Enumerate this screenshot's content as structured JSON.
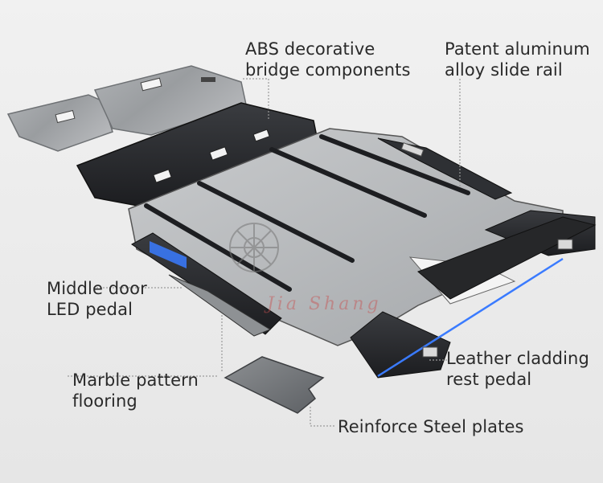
{
  "labels": {
    "abs": {
      "line1": "ABS decorative",
      "line2": "bridge components"
    },
    "rail": {
      "line1": "Patent aluminum",
      "line2": "alloy slide rail"
    },
    "led": {
      "line1": "Middle door",
      "line2": "LED pedal"
    },
    "leather": {
      "line1": "Leather cladding",
      "line2": "rest pedal"
    },
    "marble": {
      "line1": "Marble pattern",
      "line2": "flooring"
    },
    "steel": {
      "line1": "Reinforce Steel plates"
    }
  },
  "watermark": "Jia Shang",
  "colors": {
    "text": "#2a2a2a",
    "leader": "#9a9a9a",
    "floor_gray": "#b9bcbf",
    "dark_frame": "#2b2d30",
    "led_blue": "#3a7bff",
    "watermark_red": "#c85050"
  }
}
